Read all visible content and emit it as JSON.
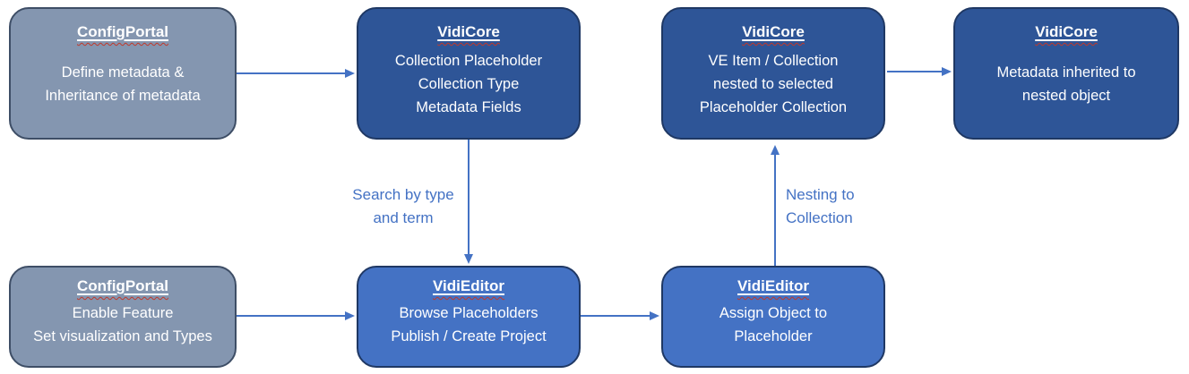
{
  "diagram": {
    "boxes": [
      {
        "app": "ConfigPortal",
        "lines": [
          "Define metadata &",
          "Inheritance of metadata"
        ]
      },
      {
        "app": "VidiCore",
        "lines": [
          "Collection Placeholder",
          "Collection Type",
          "Metadata Fields"
        ]
      },
      {
        "app": "VidiCore",
        "lines": [
          "VE Item / Collection",
          "nested to selected",
          "Placeholder Collection"
        ]
      },
      {
        "app": "VidiCore",
        "lines": [
          "Metadata inherited to",
          "nested object"
        ]
      },
      {
        "app": "ConfigPortal",
        "lines": [
          "Enable Feature",
          "Set visualization and Types"
        ]
      },
      {
        "app": "VidiEditor",
        "lines": [
          "Browse Placeholders",
          "Publish / Create Project"
        ]
      },
      {
        "app": "VidiEditor",
        "lines": [
          "Assign Object to",
          "Placeholder"
        ]
      }
    ],
    "edge_labels": [
      {
        "lines": [
          "Search by type",
          "and term"
        ]
      },
      {
        "lines": [
          "Nesting to",
          "Collection"
        ]
      }
    ],
    "colors": {
      "gray_box_fill": "#8496B0",
      "gray_box_border": "#3E4E66",
      "dark_blue_fill": "#2E5597",
      "dark_blue_border": "#1F3864",
      "medium_blue_fill": "#4472C4",
      "medium_blue_border": "#1F3864",
      "arrow": "#4472C4",
      "edge_label_text": "#4472C4",
      "box_text": "#FFFFFF",
      "title_squiggle": "#C0392B"
    }
  }
}
